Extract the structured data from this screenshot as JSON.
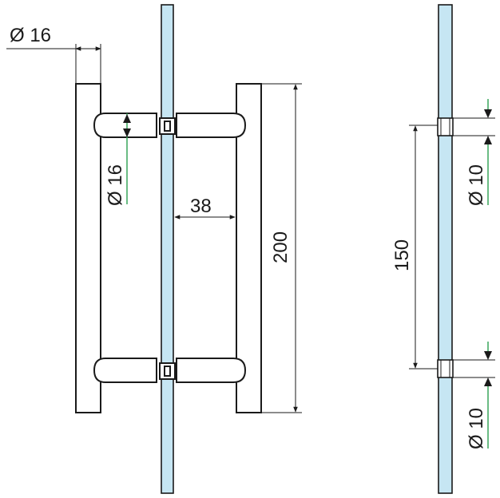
{
  "colors": {
    "glass": "#c6e6f3",
    "line": "#1a1a1a",
    "leader": "#2aa050",
    "background": "#ffffff"
  },
  "dimensions": {
    "diameter_bar": "Ø 16",
    "diameter_standoff": "Ø 16",
    "standoff_gap": "38",
    "handle_height": "200",
    "hole_spacing": "150",
    "hole_diameter_top": "Ø 10",
    "hole_diameter_bottom": "Ø 10"
  }
}
